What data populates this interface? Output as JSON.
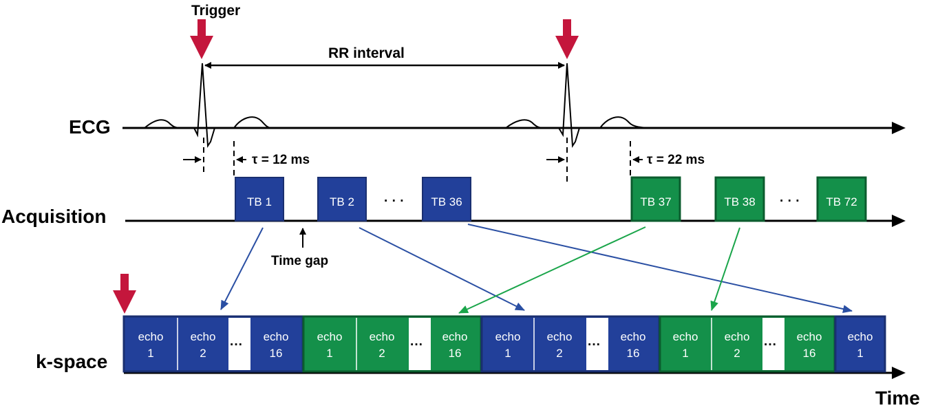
{
  "labels": {
    "trigger": "Trigger",
    "rr_interval": "RR interval",
    "ecg": "ECG",
    "acquisition": "Acquisition",
    "kspace": "k-space",
    "time": "Time",
    "time_gap": "Time gap",
    "tau1": "τ = 12 ms",
    "tau2": "τ = 22 ms",
    "ellipsis": "· · ·"
  },
  "acquisition_blocks": [
    {
      "label": "TB 1",
      "color": "blue"
    },
    {
      "label": "TB 2",
      "color": "blue"
    },
    {
      "label": "TB 36",
      "color": "blue"
    },
    {
      "label": "TB 37",
      "color": "green"
    },
    {
      "label": "TB 38",
      "color": "green"
    },
    {
      "label": "TB 72",
      "color": "green"
    }
  ],
  "kspace_groups": [
    {
      "color": "blue",
      "echoes": [
        {
          "word": "echo",
          "num": "1"
        },
        {
          "word": "echo",
          "num": "2"
        },
        {
          "word": "echo",
          "num": "16"
        }
      ]
    },
    {
      "color": "green",
      "echoes": [
        {
          "word": "echo",
          "num": "1"
        },
        {
          "word": "echo",
          "num": "2"
        },
        {
          "word": "echo",
          "num": "16"
        }
      ]
    },
    {
      "color": "blue",
      "echoes": [
        {
          "word": "echo",
          "num": "1"
        },
        {
          "word": "echo",
          "num": "2"
        },
        {
          "word": "echo",
          "num": "16"
        }
      ]
    },
    {
      "color": "green",
      "echoes": [
        {
          "word": "echo",
          "num": "1"
        },
        {
          "word": "echo",
          "num": "2"
        },
        {
          "word": "echo",
          "num": "16"
        }
      ]
    },
    {
      "color": "blue",
      "echoes": [
        {
          "word": "echo",
          "num": "1"
        }
      ]
    }
  ],
  "kspace_ellipsis": "···",
  "colors": {
    "blue": "#22409a",
    "green": "#14904a",
    "trigger_red": "#c4163c",
    "arrow_blue": "#2a4fa3",
    "arrow_green": "#1aa54a"
  }
}
